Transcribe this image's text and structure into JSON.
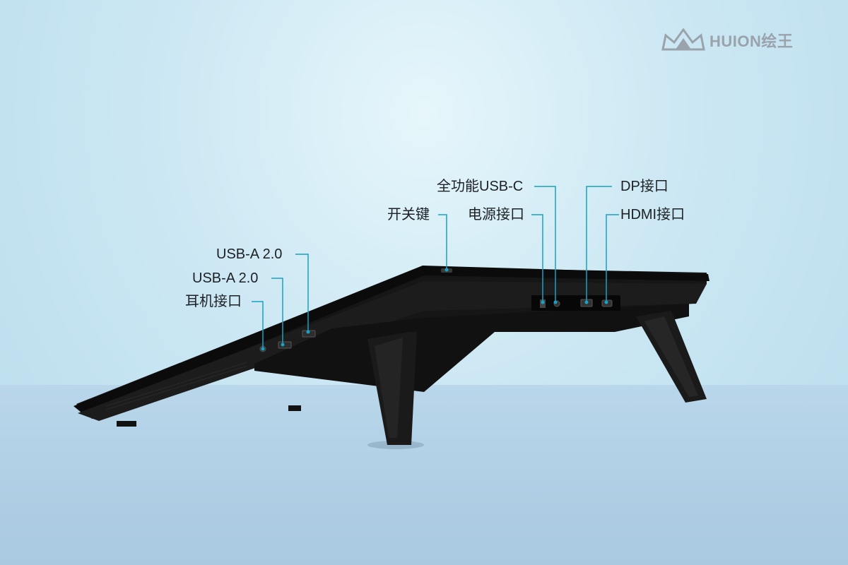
{
  "brand": {
    "name": "HUION",
    "chinese": "绘王"
  },
  "ports": {
    "usb_c": "全功能USB-C",
    "power_switch": "开关键",
    "power_port": "电源接口",
    "dp": "DP接口",
    "hdmi": "HDMI接口",
    "usb_a_1": "USB-A 2.0",
    "usb_a_2": "USB-A 2.0",
    "headphone": "耳机接口"
  },
  "colors": {
    "accent_line": "#1aa0c4",
    "device": "#141414",
    "brand_gray": "#9aa3ab"
  }
}
